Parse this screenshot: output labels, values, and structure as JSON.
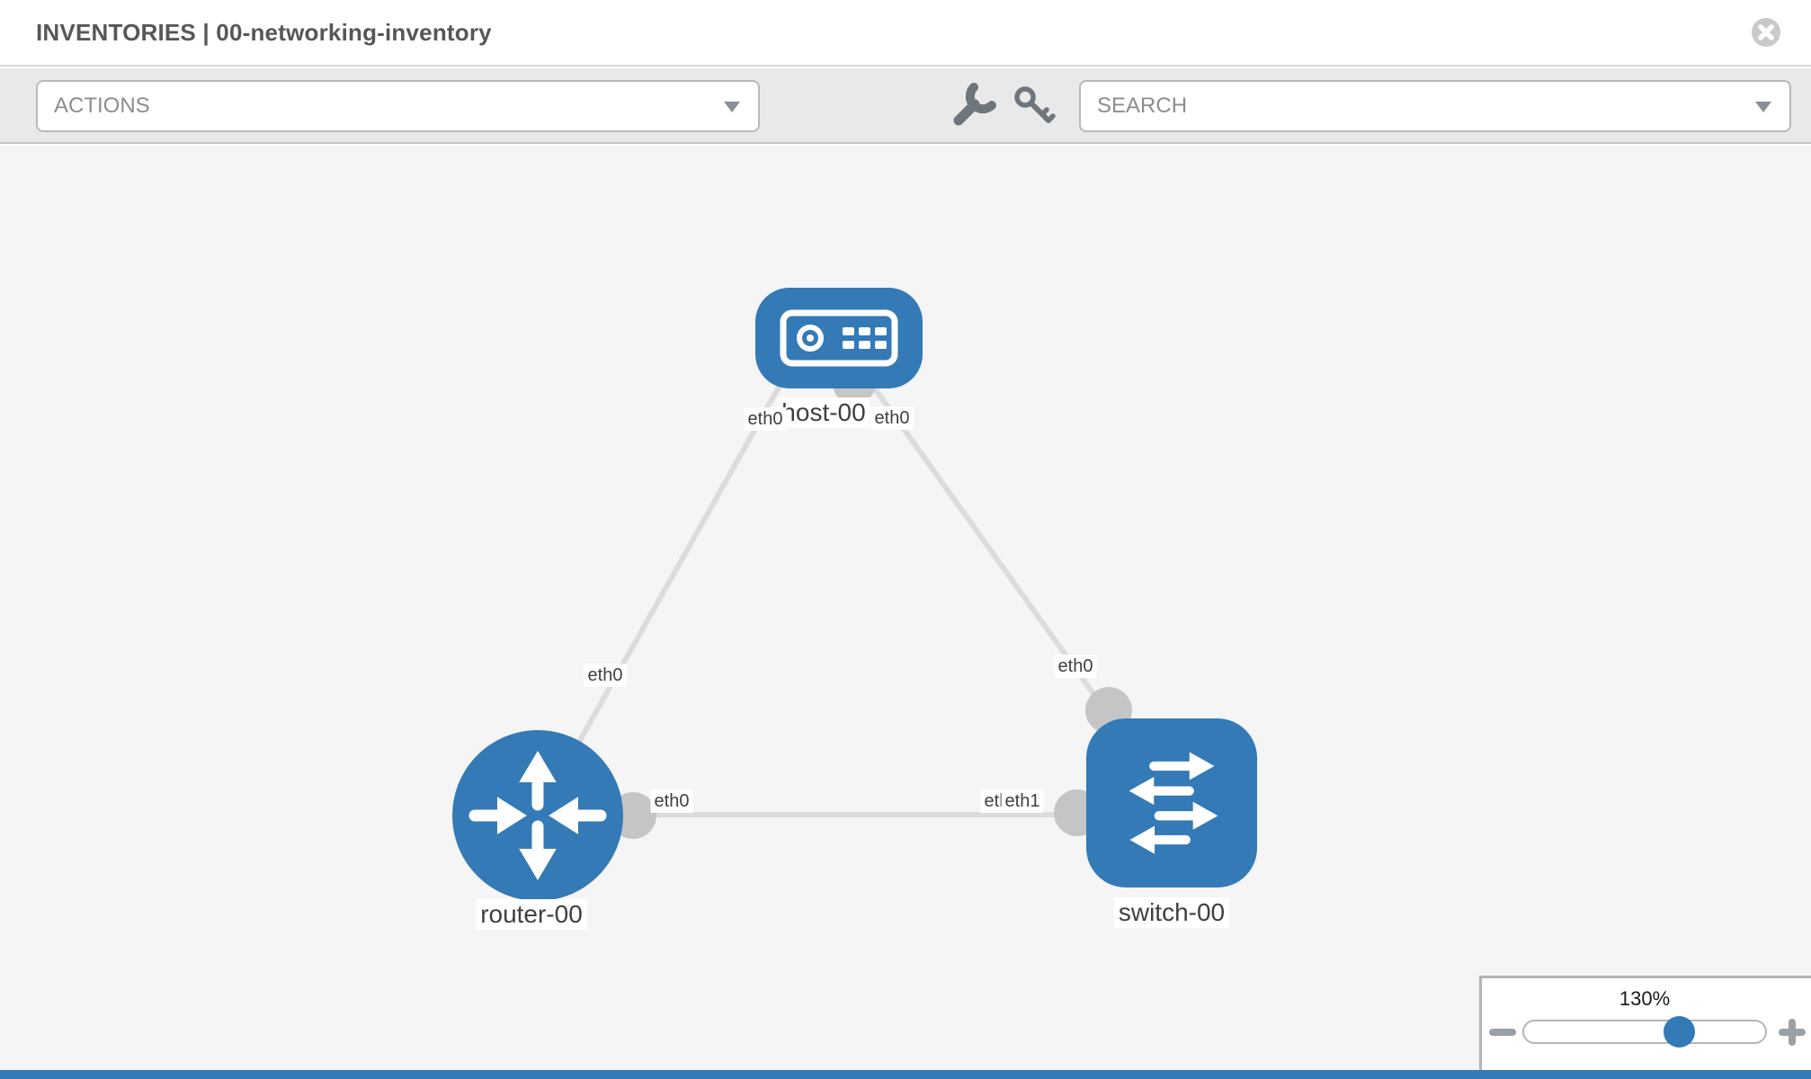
{
  "header": {
    "title": "INVENTORIES | 00-networking-inventory"
  },
  "toolbar": {
    "actions_label": "ACTIONS",
    "search_placeholder": "SEARCH"
  },
  "diagram": {
    "nodes": [
      {
        "name": "host-00",
        "type": "host"
      },
      {
        "name": "router-00",
        "type": "router"
      },
      {
        "name": "switch-00",
        "type": "switch"
      }
    ],
    "links": [
      {
        "from": "host-00",
        "from_interface": "eth0",
        "to": "router-00",
        "to_interface": "eth0"
      },
      {
        "from": "host-00",
        "from_interface": "eth0",
        "to": "switch-00",
        "to_interface": "eth0"
      },
      {
        "from": "router-00",
        "from_interface": "eth0",
        "to": "switch-00",
        "to_interface": "eth1"
      }
    ],
    "labels": {
      "host": "host-00",
      "router": "router-00",
      "switch": "switch-00",
      "host_if_left": "eth0",
      "host_if_right": "eth0",
      "router_if_top": "eth0",
      "router_if_right": "eth0",
      "switch_if_top": "eth0",
      "switch_if_left_under": "eth0",
      "switch_if_left_over": "eth1"
    }
  },
  "zoom_control": {
    "level": "130%"
  },
  "colors": {
    "node_blue": "#337ab7",
    "link_gray": "#dcdcdc",
    "interface_dot_gray": "#c5c5c5",
    "canvas_bg": "#f5f5f5",
    "toolbar_bg": "#e9e9e9",
    "label_text": "#3f3f3f"
  }
}
